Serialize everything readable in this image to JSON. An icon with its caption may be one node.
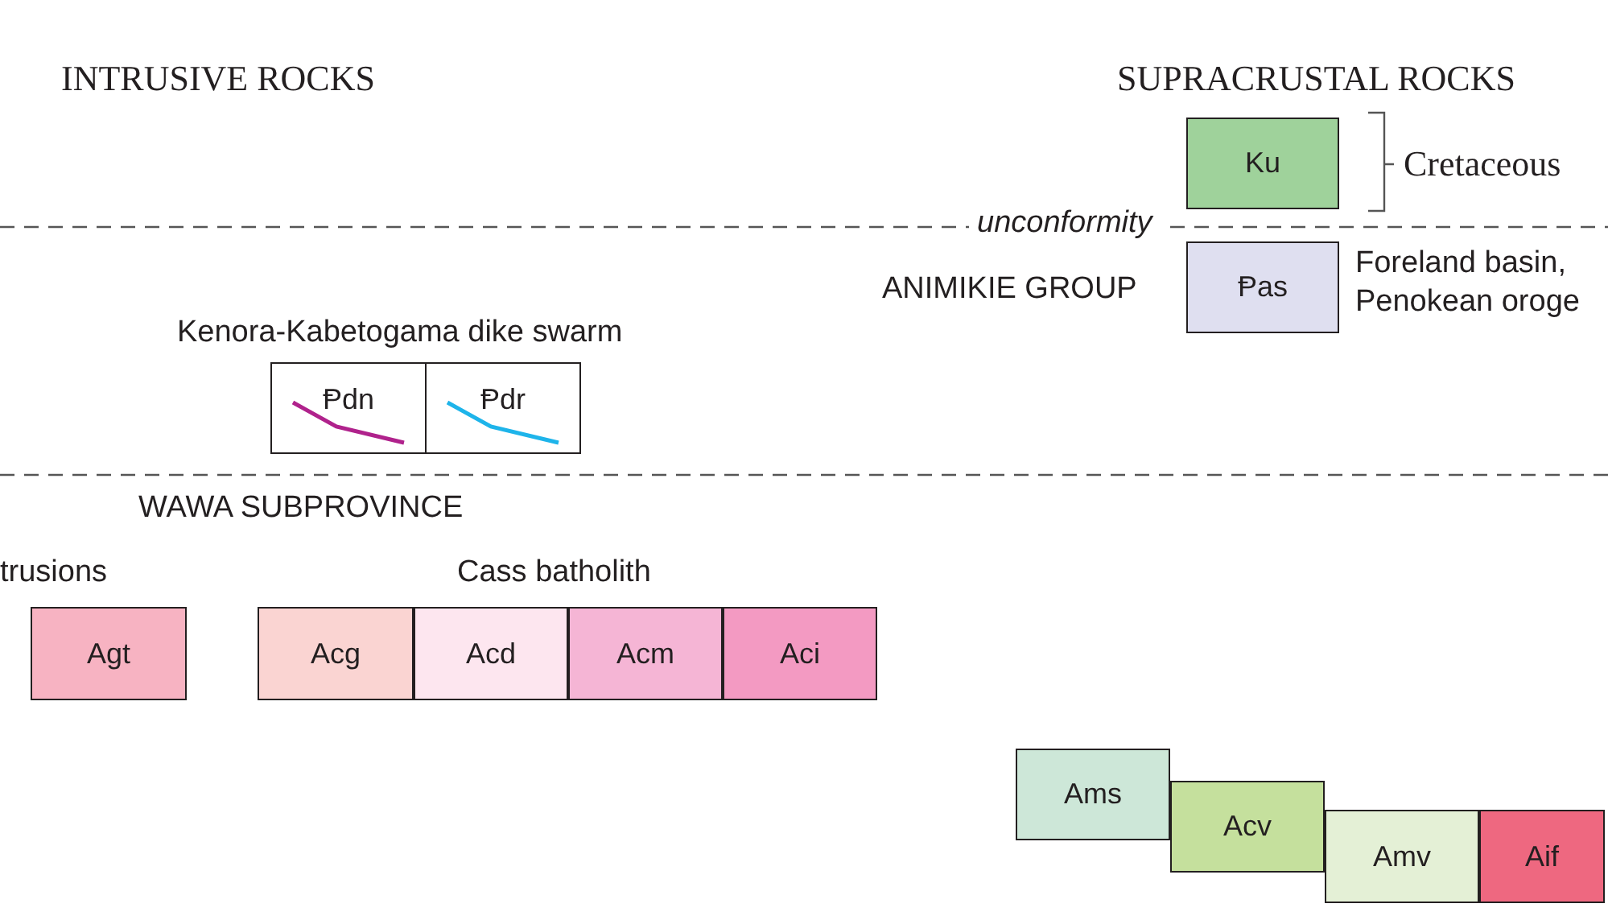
{
  "diagram": {
    "nodes": [
      {
        "text": [
          "Ku"
        ]
      },
      {
        "text": [
          "Ᵽas"
        ]
      },
      {
        "text": [
          "Ᵽdn"
        ]
      },
      {
        "text": [
          "Ᵽdr"
        ]
      },
      {
        "text": [
          "Agt"
        ]
      },
      {
        "text": [
          "Acg"
        ]
      },
      {
        "text": [
          "Acd"
        ]
      },
      {
        "text": [
          "Acm"
        ]
      },
      {
        "text": [
          "Aci"
        ]
      },
      {
        "text": [
          "Ams"
        ]
      },
      {
        "text": [
          "Acv"
        ]
      },
      {
        "text": [
          "Amv"
        ]
      },
      {
        "text": [
          "Aif"
        ]
      }
    ],
    "labels": [
      "INTRUSIVE ROCKS",
      "SUPRACRUSTAL ROCKS",
      "Cretaceous",
      "unconformity",
      "ANIMIKIE GROUP",
      "Foreland basin, Penokean oroge",
      "Kenora-Kabetogama dike swarm",
      "WAWA SUBPROVINCE",
      "trusions",
      "Cass batholith"
    ]
  }
}
